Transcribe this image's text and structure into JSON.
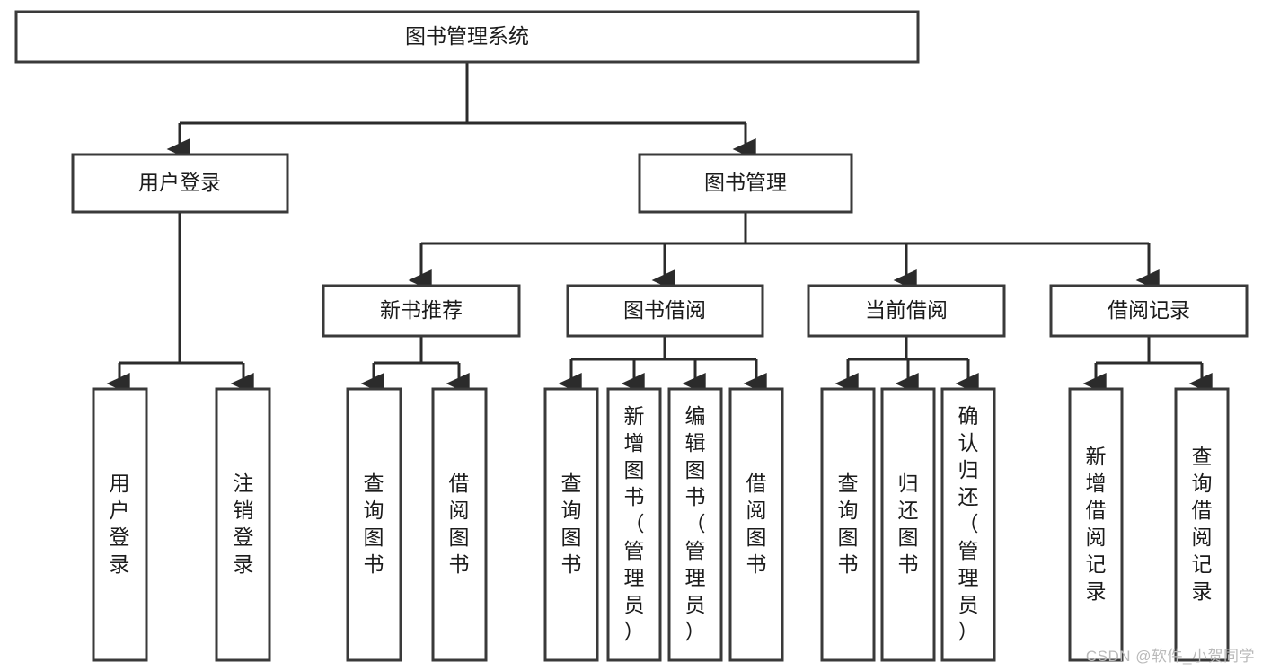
{
  "diagram": {
    "title": "图书管理系统",
    "type": "tree-hierarchy-chart",
    "watermark": "CSDN @软件_小贺同学",
    "colors": {
      "box_stroke": "#3a3a3a",
      "connector": "#2b2b2b",
      "background": "#ffffff",
      "text": "#1b1b1b",
      "watermark": "#b9b9b9"
    },
    "root": {
      "label": "图书管理系统"
    },
    "level2": [
      {
        "label": "用户登录"
      },
      {
        "label": "图书管理"
      }
    ],
    "level3": [
      {
        "label": "新书推荐"
      },
      {
        "label": "图书借阅"
      },
      {
        "label": "当前借阅"
      },
      {
        "label": "借阅记录"
      }
    ],
    "leaves": {
      "user_login": [
        {
          "label": "用户登录"
        },
        {
          "label": "注销登录"
        }
      ],
      "new_book_recommend": [
        {
          "label": "查询图书"
        },
        {
          "label": "借阅图书"
        }
      ],
      "book_borrow": [
        {
          "label": "查询图书"
        },
        {
          "label": "新增图书（管理员）"
        },
        {
          "label": "编辑图书（管理员）"
        },
        {
          "label": "借阅图书"
        }
      ],
      "current_borrow": [
        {
          "label": "查询图书"
        },
        {
          "label": "归还图书"
        },
        {
          "label": "确认归还（管理员）"
        }
      ],
      "borrow_record": [
        {
          "label": "新增借阅记录"
        },
        {
          "label": "查询借阅记录"
        }
      ]
    }
  }
}
